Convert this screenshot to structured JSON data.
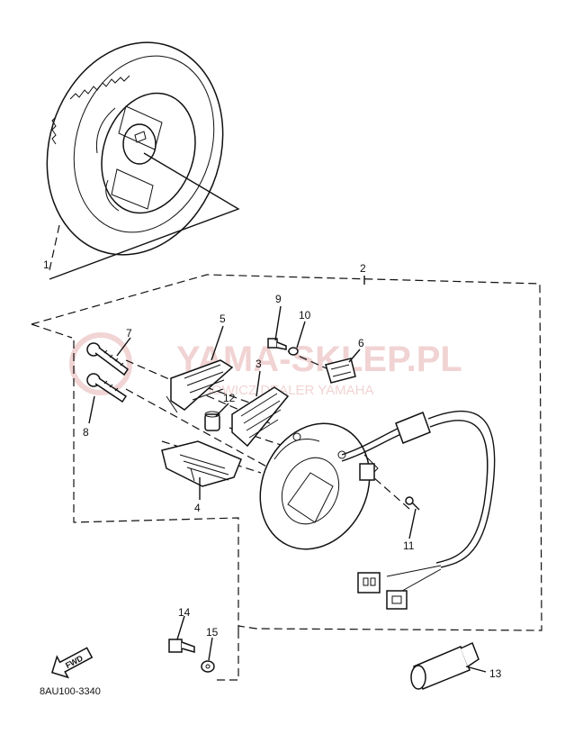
{
  "diagram": {
    "callouts": [
      {
        "id": "1",
        "label": "1"
      },
      {
        "id": "2",
        "label": "2"
      },
      {
        "id": "3",
        "label": "3"
      },
      {
        "id": "4",
        "label": "4"
      },
      {
        "id": "5",
        "label": "5"
      },
      {
        "id": "6",
        "label": "6"
      },
      {
        "id": "7",
        "label": "7"
      },
      {
        "id": "8",
        "label": "8"
      },
      {
        "id": "9",
        "label": "9"
      },
      {
        "id": "10",
        "label": "10"
      },
      {
        "id": "11",
        "label": "11"
      },
      {
        "id": "12",
        "label": "12"
      },
      {
        "id": "13",
        "label": "13"
      },
      {
        "id": "14",
        "label": "14"
      },
      {
        "id": "15",
        "label": "15"
      }
    ],
    "fwd_label": "FWD",
    "drawing_code": "8AU100-3340"
  },
  "watermark": {
    "brand": "YAMA-SKLEP.PL",
    "subtitle": "JECHOWICZ DEALER YAMAHA"
  }
}
